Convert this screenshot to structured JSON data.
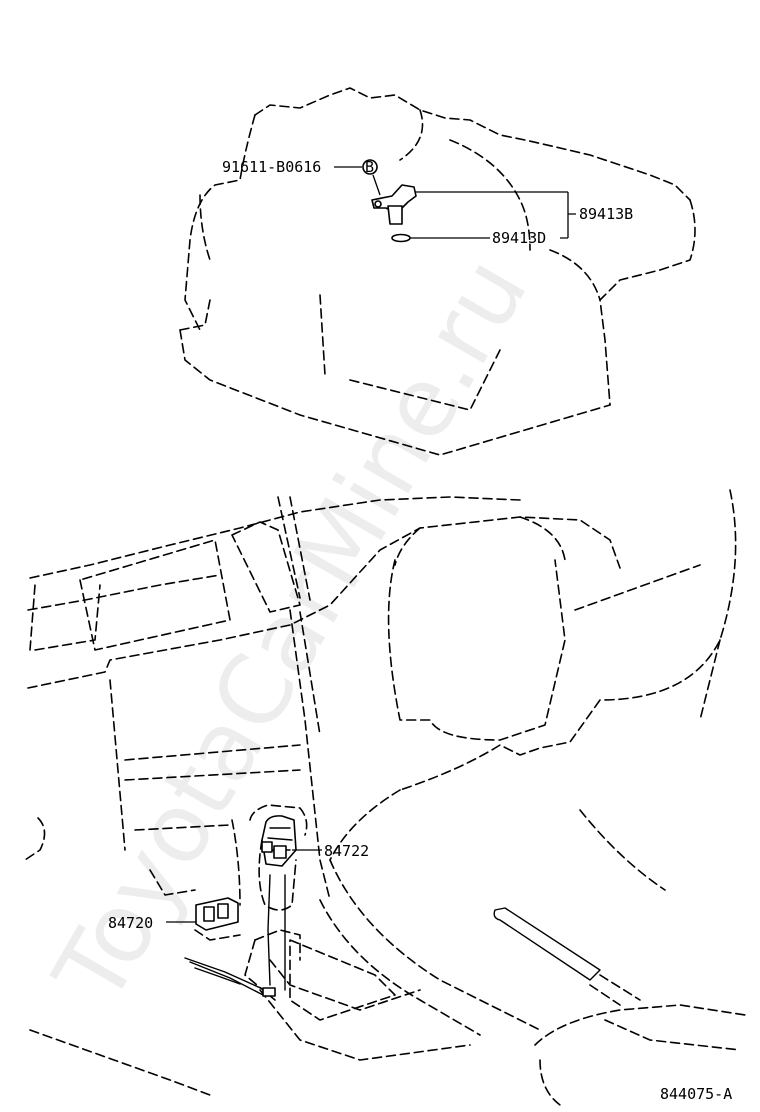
{
  "watermark": "ToyotaCarMine.ru",
  "diagram_id": "844075-A",
  "labels": {
    "bolt": "91611-B0616",
    "sensor": "89413B",
    "o_ring": "89413D",
    "shift_switch": "84722",
    "connector": "84720"
  },
  "icons": {
    "bolt_symbol": "B"
  }
}
